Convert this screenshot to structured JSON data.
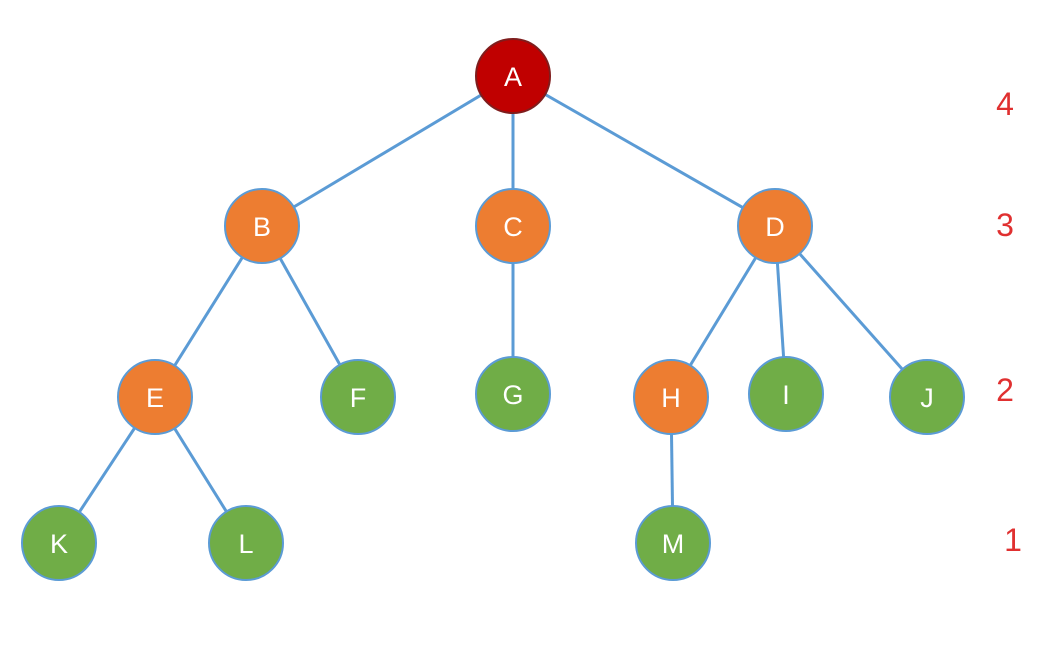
{
  "colors": {
    "edge": "#5b9bd5",
    "root": "#c00000",
    "root_stroke": "#7f1d1d",
    "internal": "#ed7d31",
    "internal_stroke": "#5b9bd5",
    "leaf": "#70ad47",
    "leaf_stroke": "#5b9bd5",
    "node_text": "#ffffff",
    "level_text": "#e03030"
  },
  "nodes": [
    {
      "id": "A",
      "label": "A",
      "kind": "root"
    },
    {
      "id": "B",
      "label": "B",
      "kind": "internal"
    },
    {
      "id": "C",
      "label": "C",
      "kind": "internal"
    },
    {
      "id": "D",
      "label": "D",
      "kind": "internal"
    },
    {
      "id": "E",
      "label": "E",
      "kind": "internal"
    },
    {
      "id": "F",
      "label": "F",
      "kind": "leaf"
    },
    {
      "id": "G",
      "label": "G",
      "kind": "leaf"
    },
    {
      "id": "H",
      "label": "H",
      "kind": "internal"
    },
    {
      "id": "I",
      "label": "I",
      "kind": "leaf"
    },
    {
      "id": "J",
      "label": "J",
      "kind": "leaf"
    },
    {
      "id": "K",
      "label": "K",
      "kind": "leaf"
    },
    {
      "id": "L",
      "label": "L",
      "kind": "leaf"
    },
    {
      "id": "M",
      "label": "M",
      "kind": "leaf"
    }
  ],
  "edges": [
    [
      "A",
      "B"
    ],
    [
      "A",
      "C"
    ],
    [
      "A",
      "D"
    ],
    [
      "B",
      "E"
    ],
    [
      "B",
      "F"
    ],
    [
      "C",
      "G"
    ],
    [
      "D",
      "H"
    ],
    [
      "D",
      "I"
    ],
    [
      "D",
      "J"
    ],
    [
      "E",
      "K"
    ],
    [
      "E",
      "L"
    ],
    [
      "H",
      "M"
    ]
  ],
  "level_labels": [
    "4",
    "3",
    "2",
    "1"
  ]
}
